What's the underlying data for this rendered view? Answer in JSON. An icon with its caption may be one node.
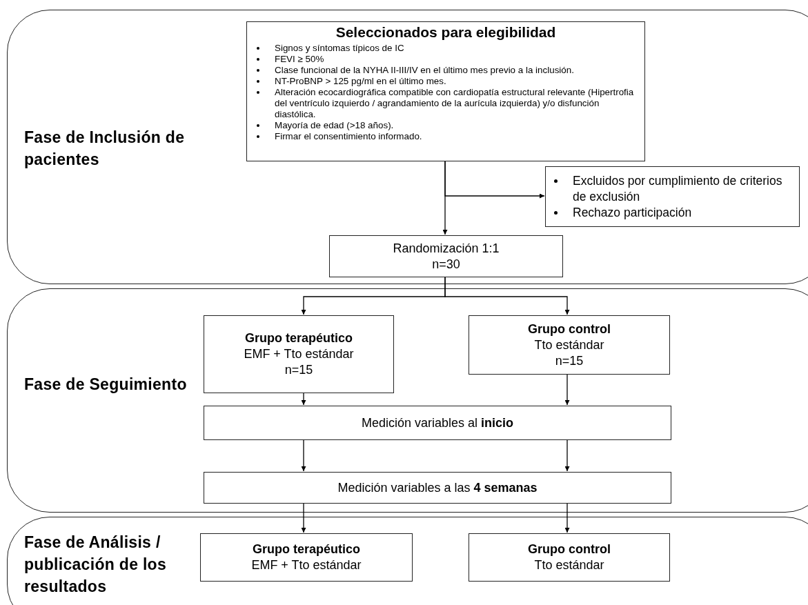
{
  "diagram": {
    "nodes": [
      {
        "text": [
          "Fase de Inclusión de pacientes"
        ]
      },
      {
        "text": [
          "Seleccionados para elegibilidad",
          "Signos y síntomas típicos de IC",
          "FEVI ≥ 50%",
          "Clase funcional de la NYHA II-III/IV en el último mes previo a la inclusión.",
          "NT-ProBNP > 125 pg/ml en el último mes.",
          "Alteración ecocardiográfica compatible con cardiopatía estructural relevante (Hipertrofia del ventrículo izquierdo / agrandamiento de la aurícula izquierda) y/o disfunción diastólica.",
          "Mayoría de edad (>18 años).",
          "Firmar el consentimiento informado."
        ],
        "in": 0
      },
      {
        "text": [
          "Excluidos por cumplimiento de criterios de exclusión",
          "Rechazo participación"
        ],
        "in": 0
      },
      {
        "text": [
          "Randomización 1:1",
          "n=30"
        ],
        "in": 0
      },
      {
        "text": [
          "Fase de Seguimiento"
        ]
      },
      {
        "text": [
          "Grupo terapéutico",
          "EMF + Tto estándar",
          "n=15"
        ],
        "in": 4
      },
      {
        "text": [
          "Grupo control",
          "Tto estándar",
          "n=15"
        ],
        "in": 4
      },
      {
        "text": [
          "Medición variables al **inicio**"
        ],
        "in": 4
      },
      {
        "text": [
          "Medición variables a las **4 semanas**"
        ],
        "in": 4
      },
      {
        "text": [
          "Fase de Análisis / publicación de los resultados"
        ]
      },
      {
        "text": [
          "Grupo terapéutico",
          "EMF + Tto estándar"
        ],
        "in": 9
      },
      {
        "text": [
          "Grupo control",
          "Tto estándar"
        ],
        "in": 9
      }
    ],
    "edges": [
      {
        "from": 1,
        "to": 3,
        "arrow": "to"
      },
      {
        "from": 1,
        "to": 2,
        "arrow": "to"
      },
      {
        "from": 3,
        "to": 5,
        "arrow": "to"
      },
      {
        "from": 3,
        "to": 6,
        "arrow": "to"
      },
      {
        "from": 5,
        "to": 7,
        "arrow": "to"
      },
      {
        "from": 6,
        "to": 7,
        "arrow": "to"
      },
      {
        "from": 7,
        "to": 8,
        "arrow": "to"
      },
      {
        "from": 7,
        "to": 8,
        "arrow": "to"
      },
      {
        "from": 8,
        "to": 10,
        "arrow": "to"
      },
      {
        "from": 8,
        "to": 11,
        "arrow": "to"
      }
    ]
  }
}
